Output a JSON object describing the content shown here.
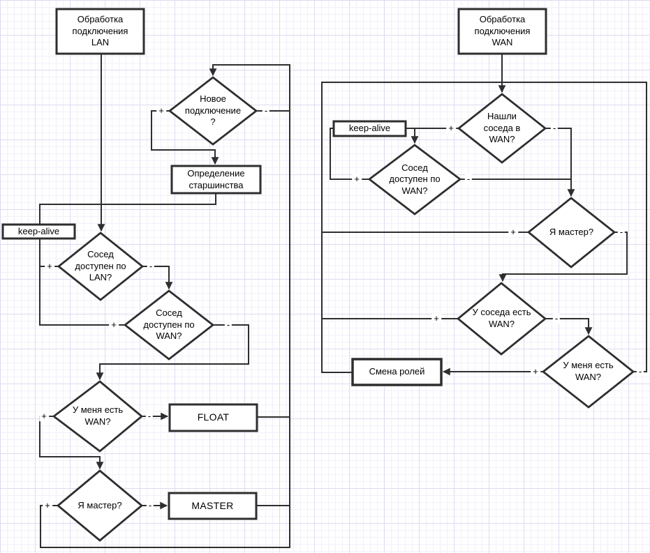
{
  "diagram": {
    "title_hint": "LAN/WAN connection handling flowchart",
    "left": {
      "entry": "Обработка\nподключения\nLAN",
      "new_connection": "Новое\nподключение\n?",
      "seniority": "Определение\nстаршинства",
      "keep_alive": "keep-alive",
      "neighbor_lan": "Сосед\nдоступен по\nLAN?",
      "neighbor_wan": "Сосед\nдоступен по\nWAN?",
      "i_have_wan": "У меня есть\nWAN?",
      "float_state": "FLOAT",
      "am_i_master": "Я мастер?",
      "master_state": "MASTER"
    },
    "right": {
      "entry": "Обработка\nподключения\nWAN",
      "found_neighbor": "Нашли\nсоседа в\nWAN?",
      "keep_alive": "keep-alive",
      "neighbor_wan": "Сосед\nдоступен по\nWAN?",
      "am_i_master": "Я мастер?",
      "neighbor_has_wan": "У соседа есть\nWAN?",
      "i_have_wan": "У меня есть\nWAN?",
      "swap_roles": "Смена ролей"
    },
    "branch_labels": {
      "plus": "+",
      "minus": "-"
    }
  },
  "colors": {
    "stroke": "#2e2e2e",
    "shape_fill": "#ffffff",
    "grid_minor": "#f2f0fa",
    "grid_major": "#dedbf0",
    "background": "#ffffff"
  }
}
